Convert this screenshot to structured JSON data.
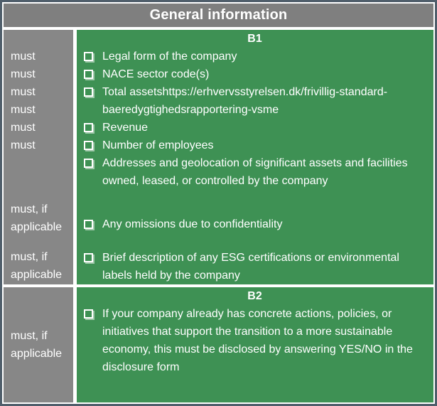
{
  "title": "General information",
  "colors": {
    "header_bg": "#7f7f7f",
    "left_column_bg": "#878787",
    "section_bg": "#3e9154",
    "outer_border": "#4f5e6b",
    "text": "#ffffff"
  },
  "b1": {
    "label": "B1",
    "left_musts": [
      "must",
      "must",
      "must",
      "must",
      "must",
      "must"
    ],
    "left_conditional_1": "must, if applicable",
    "left_conditional_2": "must, if applicable",
    "items": [
      "Legal form of the company",
      "NACE sector code(s)",
      "Total assetshttps://erhvervsstyrelsen.dk/frivillig-standard-baeredygtighedsrapportering-vsme",
      "Revenue",
      "Number of employees",
      "Addresses and geolocation of significant assets and facilities owned, leased, or controlled by the company",
      "Any omissions due to confidentiality",
      "Brief description of any ESG certifications or environmental labels held by the company"
    ]
  },
  "b2": {
    "label": "B2",
    "left_conditional": "must, if applicable",
    "items": [
      "If your company already has concrete actions, policies, or initiatives that support the transition to a more sustainable economy, this must be disclosed by answering YES/NO in the disclosure form"
    ]
  }
}
